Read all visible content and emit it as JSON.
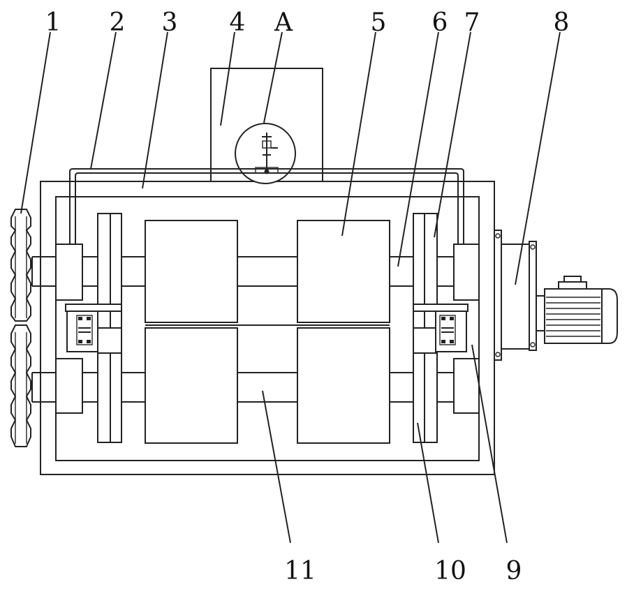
{
  "labels": {
    "l1": "1",
    "l2": "2",
    "l3": "3",
    "l4": "4",
    "lA": "A",
    "l5": "5",
    "l6": "6",
    "l7": "7",
    "l8": "8",
    "l9": "9",
    "l10": "10",
    "l11": "11"
  },
  "colors": {
    "line": "#222222",
    "background": "#ffffff"
  }
}
